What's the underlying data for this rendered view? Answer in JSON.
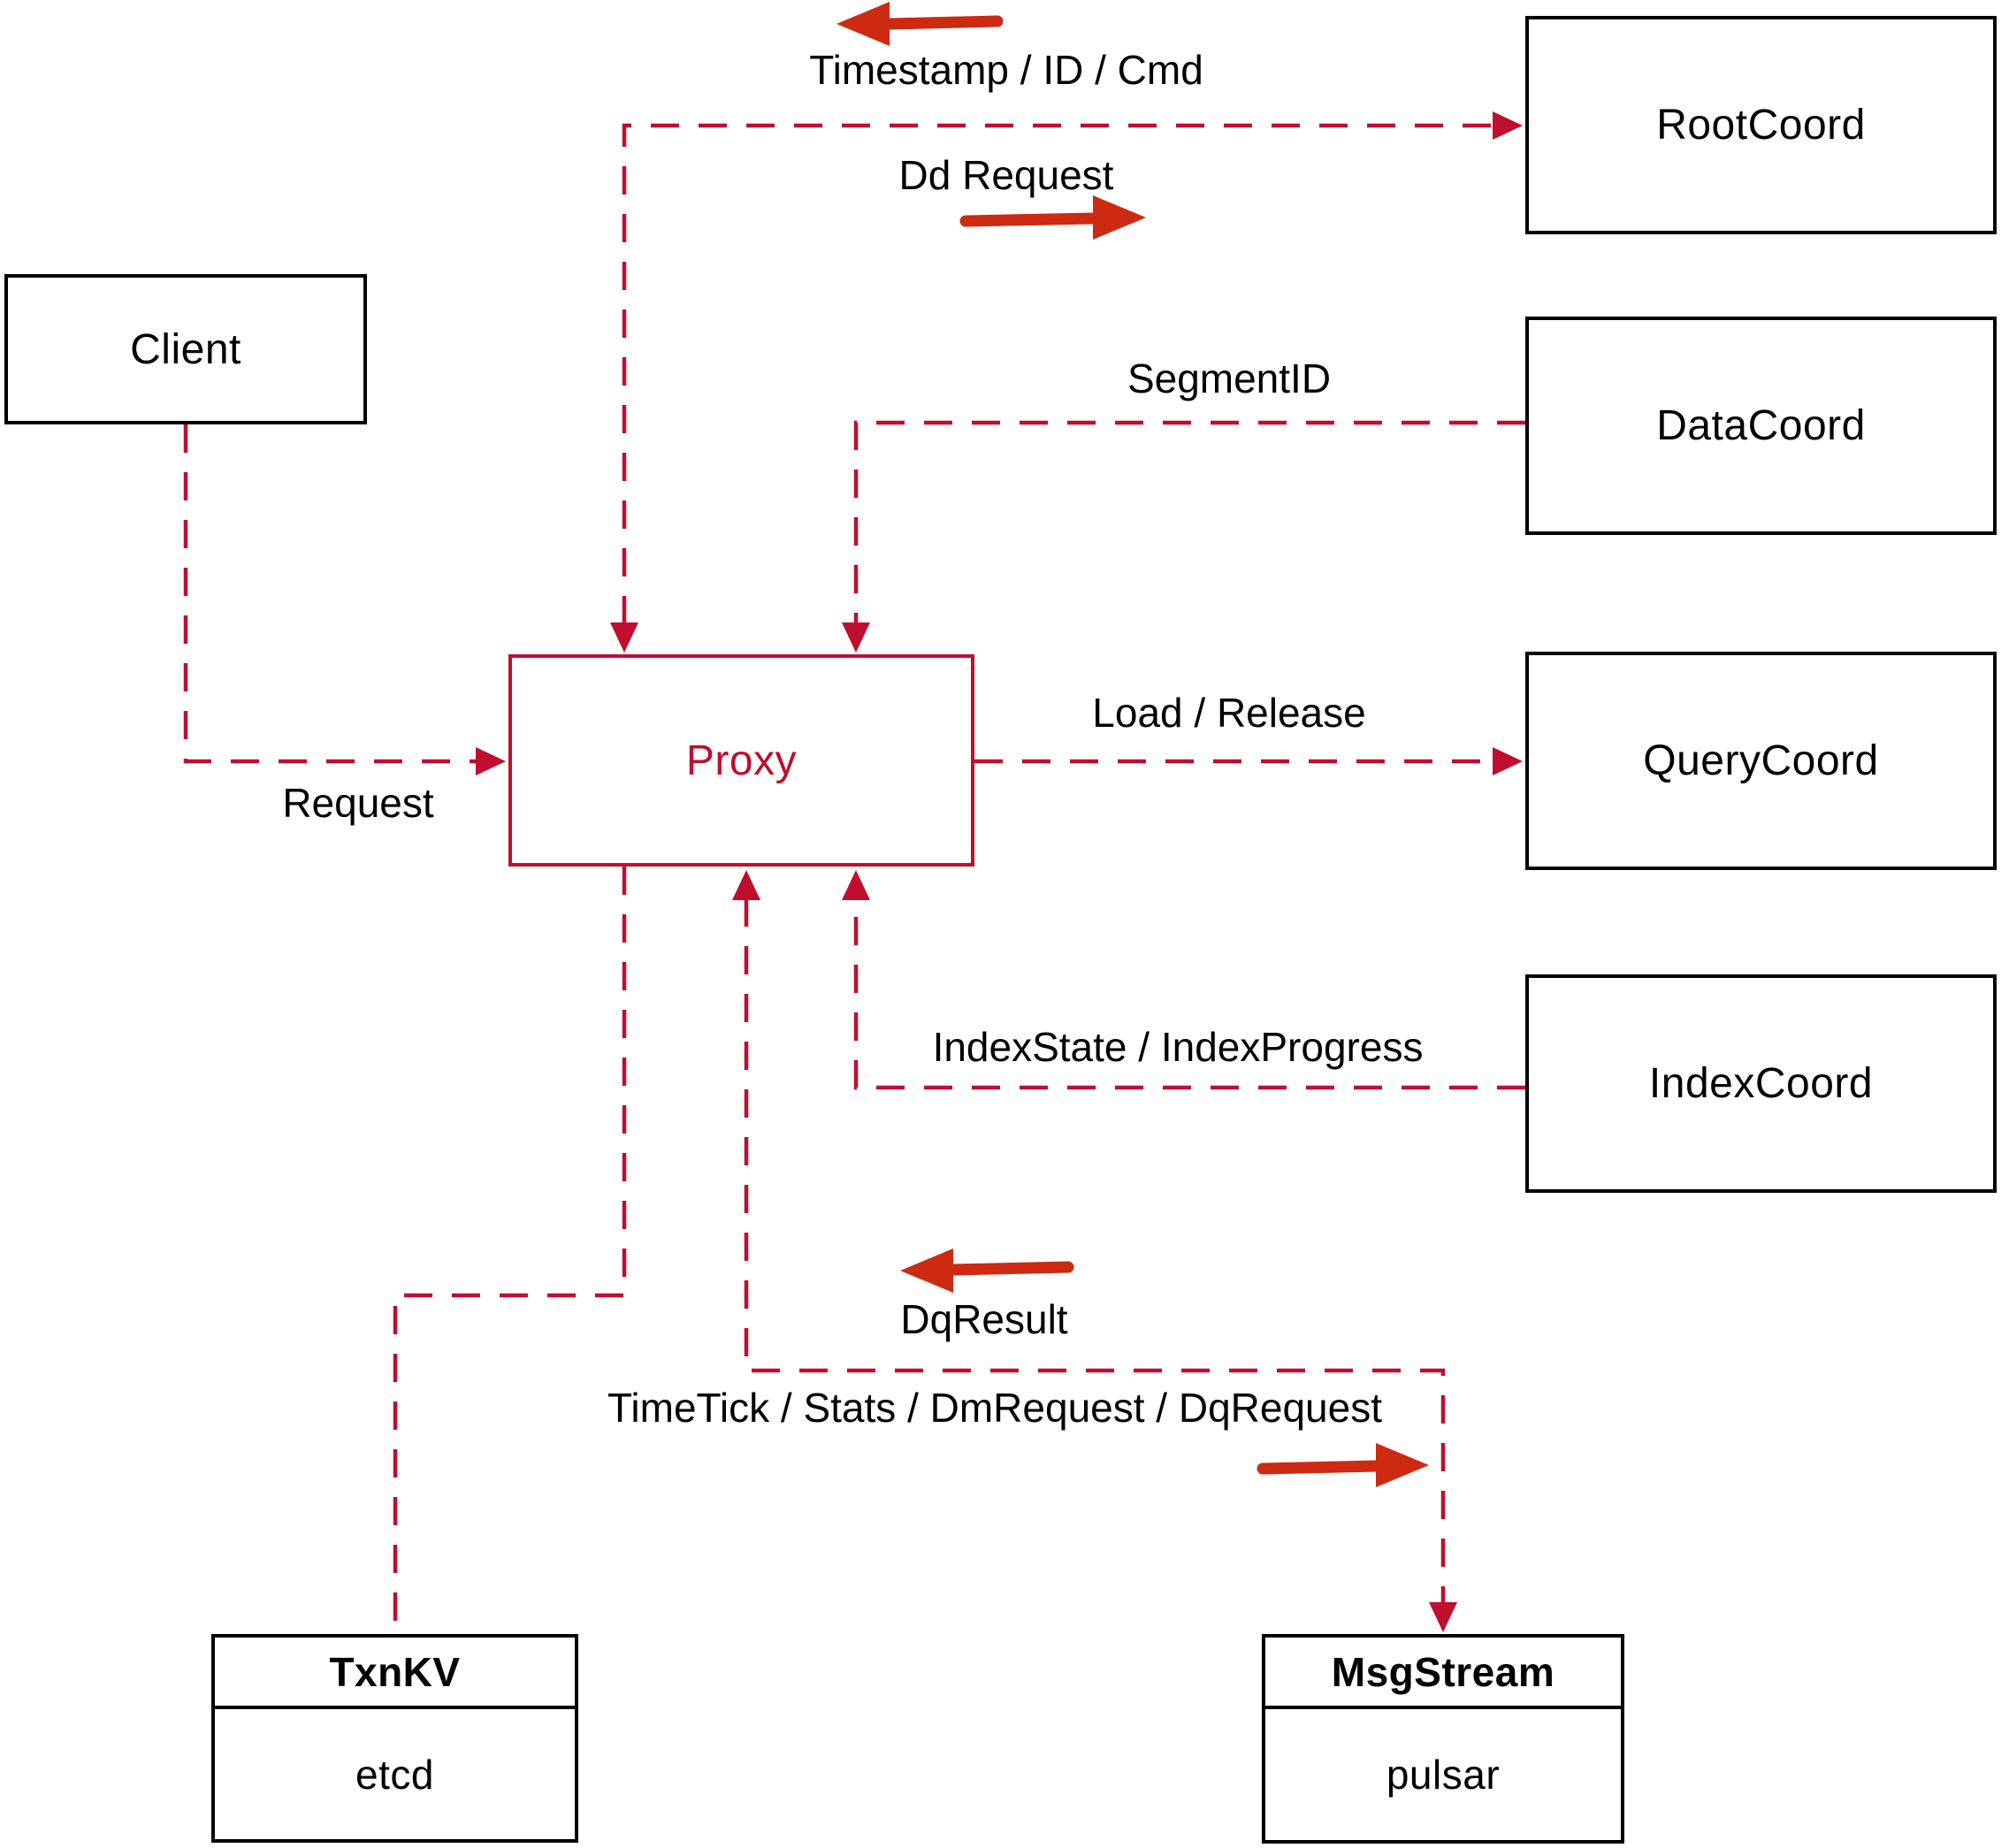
{
  "nodes": {
    "client": {
      "label": "Client"
    },
    "proxy": {
      "label": "Proxy"
    },
    "root_coord": {
      "label": "RootCoord"
    },
    "data_coord": {
      "label": "DataCoord"
    },
    "query_coord": {
      "label": "QueryCoord"
    },
    "index_coord": {
      "label": "IndexCoord"
    },
    "txn_kv": {
      "title": "TxnKV",
      "body": "etcd"
    },
    "msg_stream": {
      "title": "MsgStream",
      "body": "pulsar"
    }
  },
  "edges": {
    "request": {
      "label": "Request"
    },
    "timestamp_id_cmd": {
      "label": "Timestamp / ID / Cmd"
    },
    "dd_request": {
      "label": "Dd Request"
    },
    "segment_id": {
      "label": "SegmentID"
    },
    "load_release": {
      "label": "Load / Release"
    },
    "index_state": {
      "label": "IndexState / IndexProgress"
    },
    "dq_result": {
      "label": "DqResult"
    },
    "time_tick": {
      "label": "TimeTick / Stats / DmRequest / DqRequest"
    }
  },
  "colors": {
    "line": "#bf0e2e",
    "arrow": "#cd2a12",
    "box_border": "#000000",
    "proxy_accent": "#bf0e2e",
    "background": "#ffffff"
  }
}
